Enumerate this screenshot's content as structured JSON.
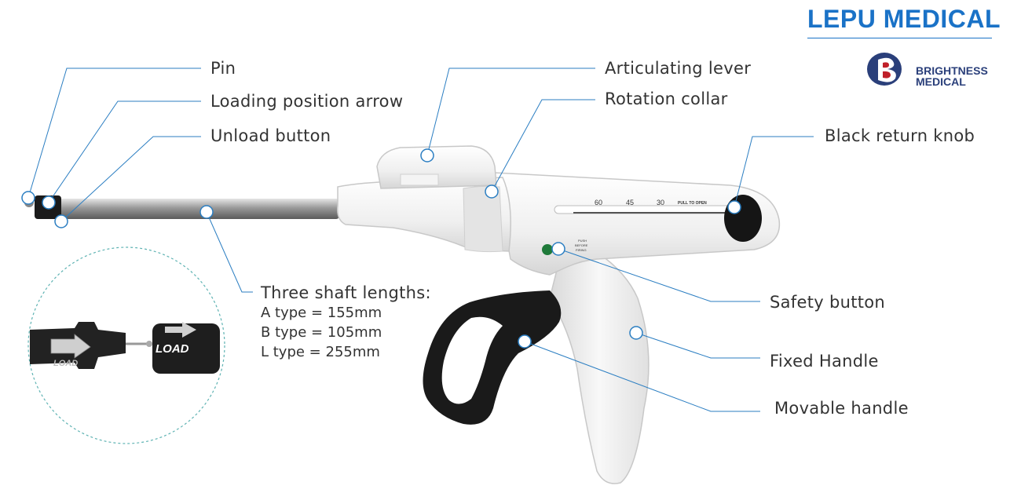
{
  "brand": {
    "title": "LEPU MEDICAL",
    "logo_line1": "BRIGHTNESS",
    "logo_line2": "MEDICAL",
    "accent_color": "#1a72c7"
  },
  "labels": {
    "pin": "Pin",
    "loading_arrow": "Loading position arrow",
    "unload_button": "Unload button",
    "articulating_lever": "Articulating lever",
    "rotation_collar": "Rotation collar",
    "black_return_knob": "Black return knob",
    "safety_button": "Safety button",
    "fixed_handle": "Fixed Handle",
    "movable_handle": "Movable handle"
  },
  "shaft_lengths": {
    "heading": "Three shaft lengths:",
    "items": [
      "A type = 155mm",
      "B type = 105mm",
      "L type = 255mm"
    ]
  },
  "device_markings": {
    "scale": [
      "60",
      "45",
      "30"
    ],
    "pull_to_open": "PULL TO OPEN",
    "safety_line1": "PUSH",
    "safety_line2": "BEFORE",
    "safety_line3": "FIRING",
    "load_text": "LOAD"
  },
  "callout_color": "#1f77b4"
}
